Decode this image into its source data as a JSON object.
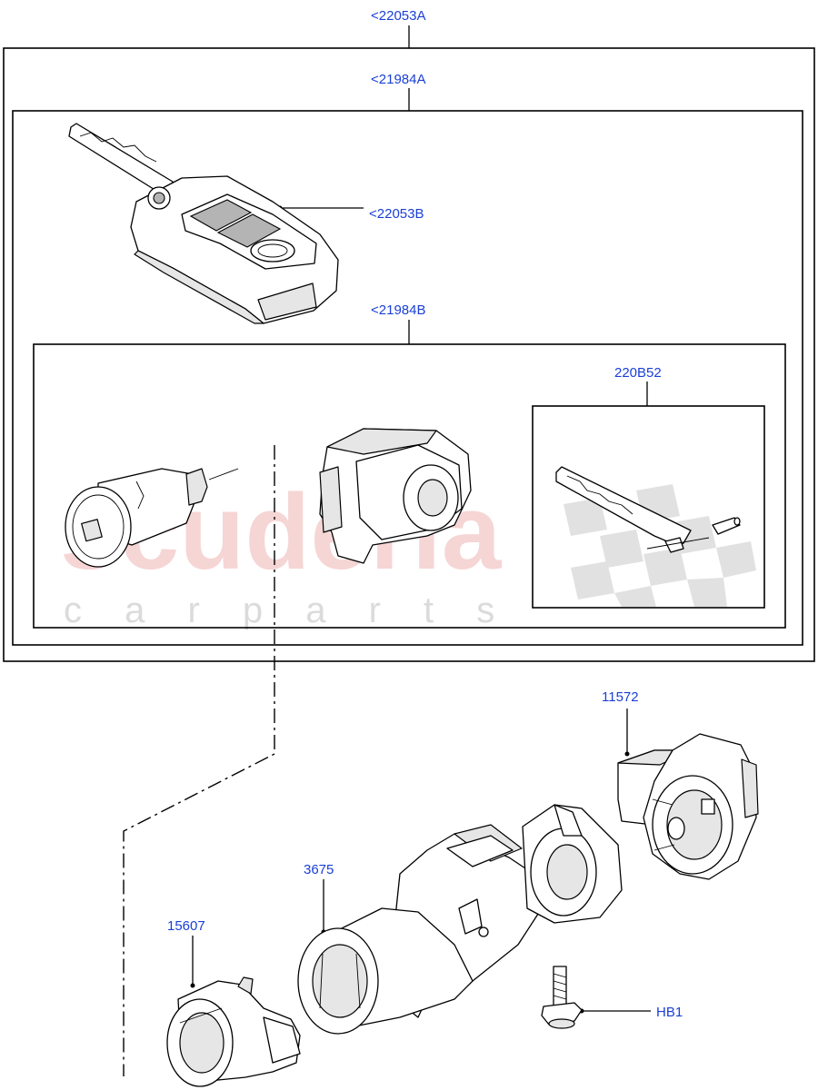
{
  "watermark": {
    "brand": "scuderia",
    "tagline": "c a r   p a r t s"
  },
  "callouts": {
    "assembly_outer": "<22053A",
    "assembly_inner": "<21984A",
    "key_fob": "<22053B",
    "lock_set": "<21984B",
    "emergency_key": "220B52",
    "ignition_switch": "11572",
    "steering_lock_housing": "3675",
    "transponder_coil": "15607",
    "shear_bolt": "HB1"
  }
}
